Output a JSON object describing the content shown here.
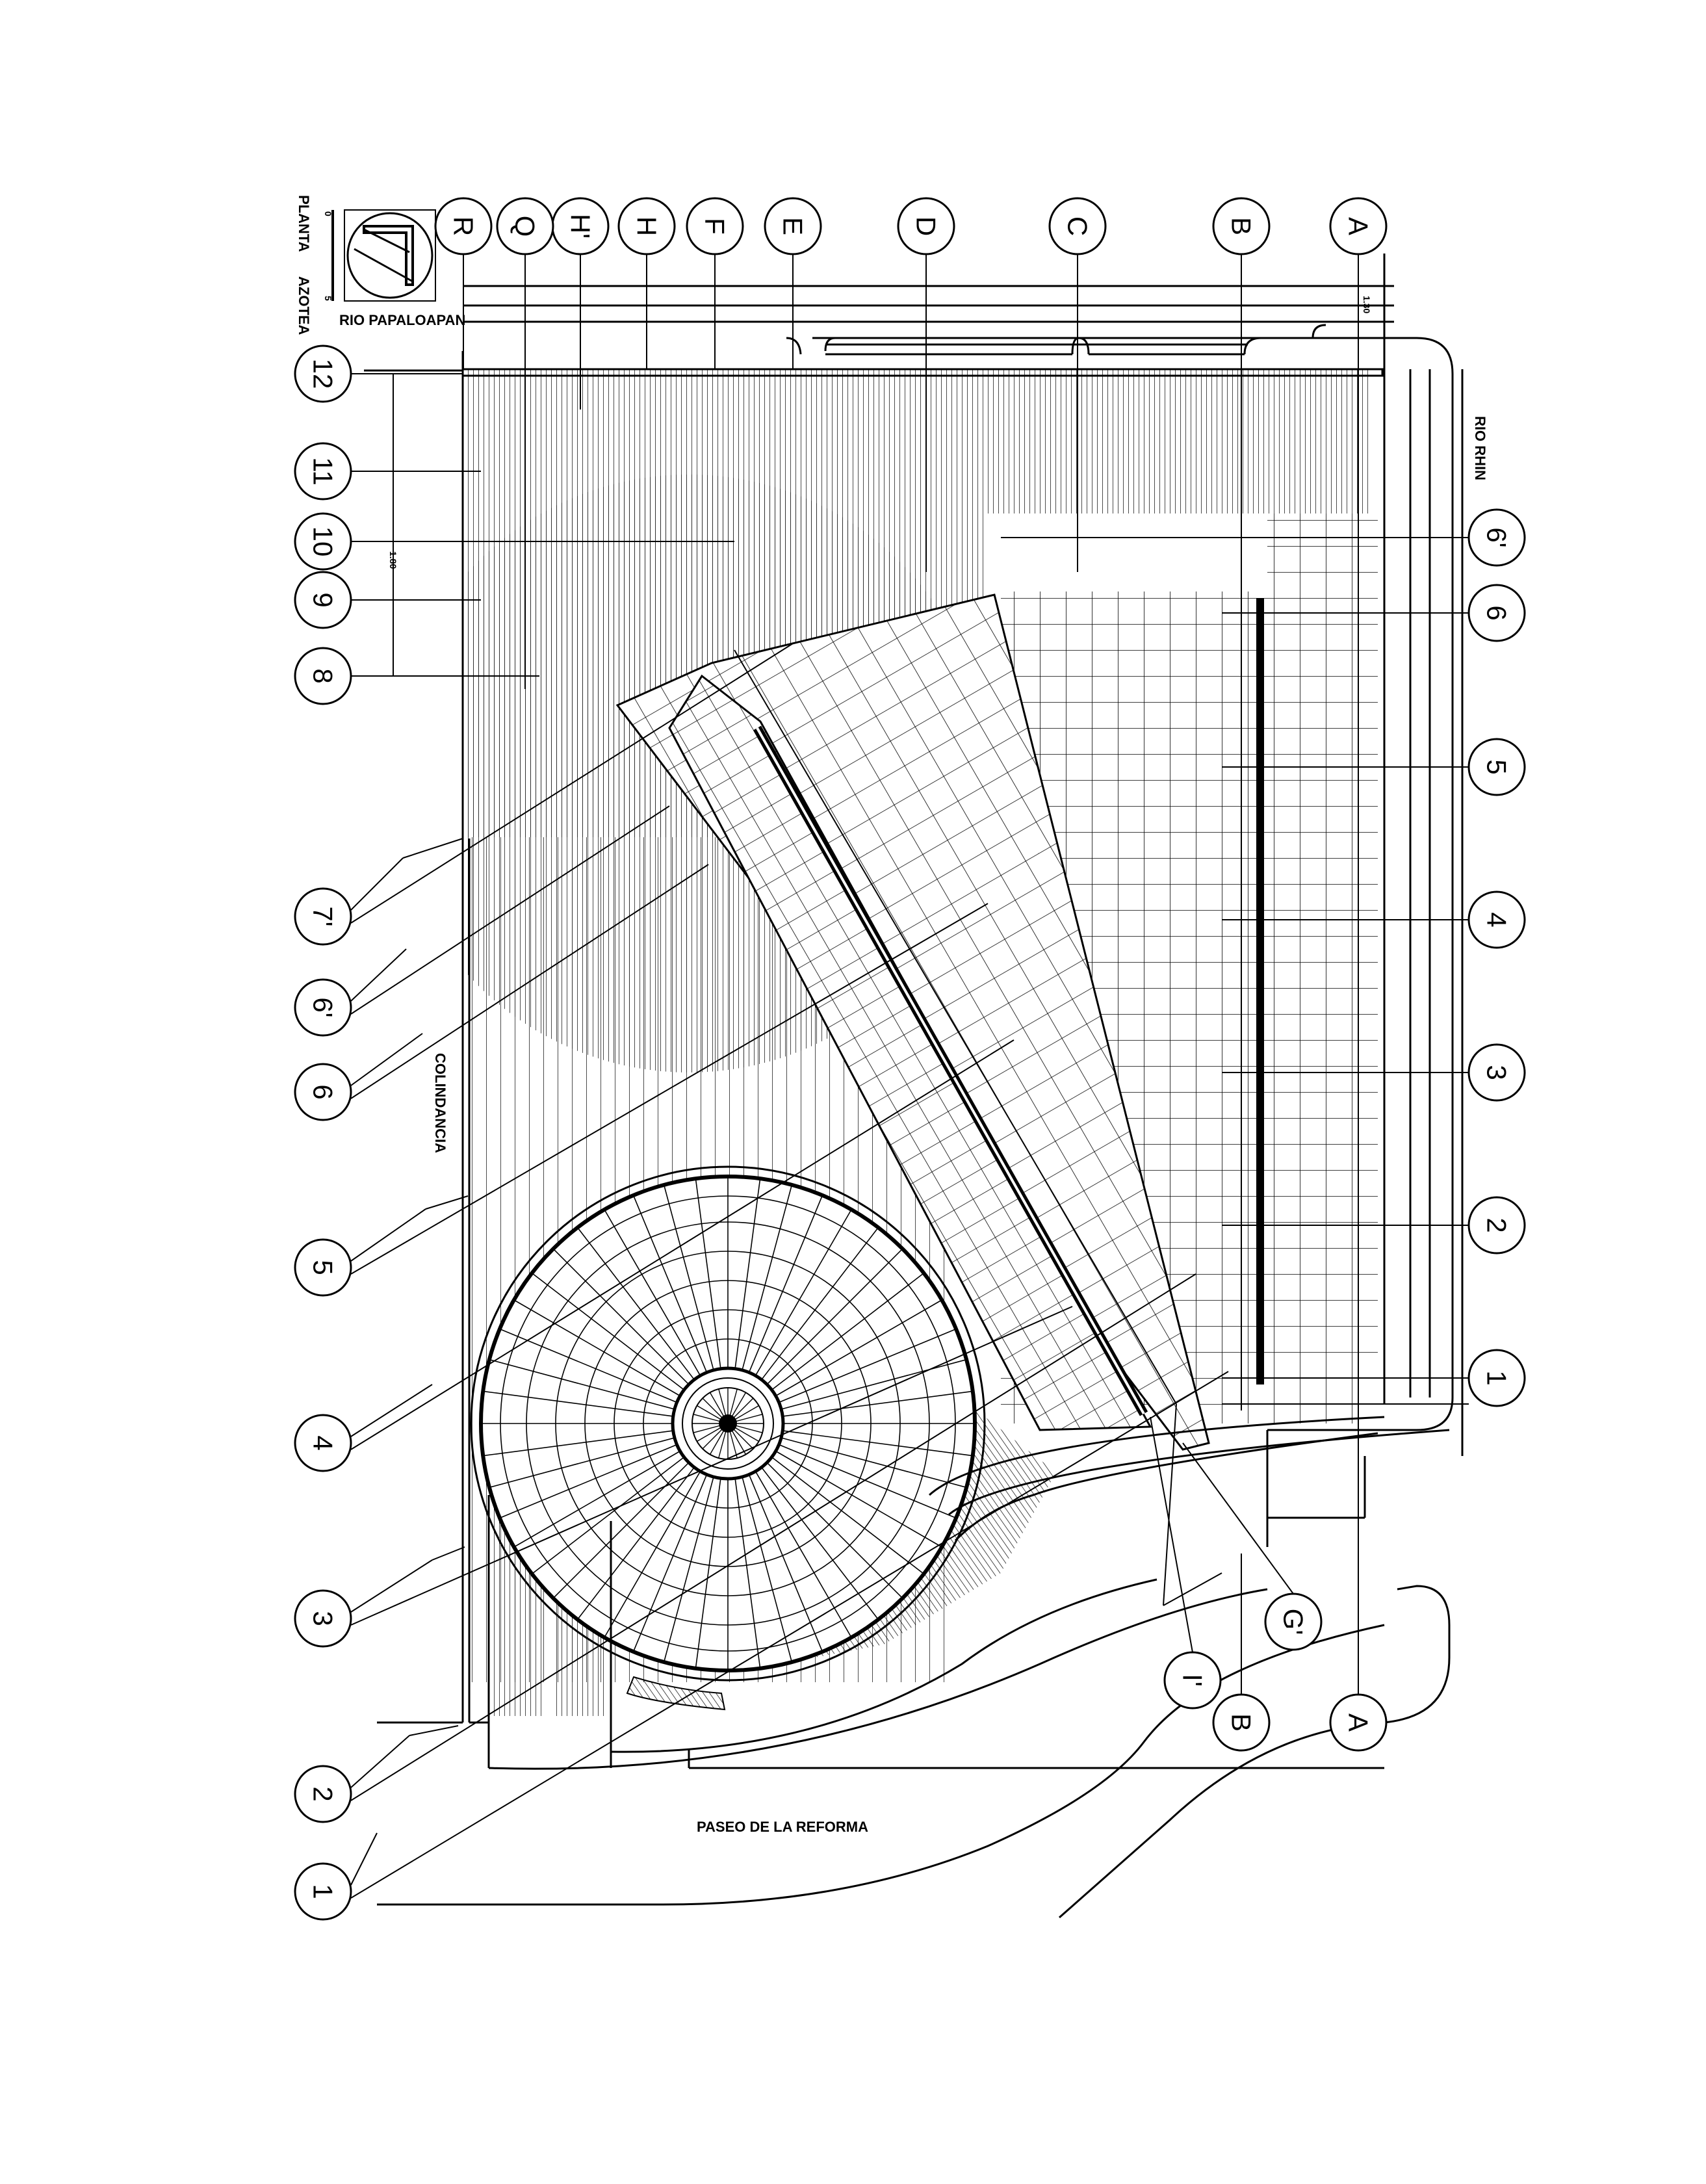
{
  "drawing": {
    "title_word_1": "PLANTA",
    "title_word_2": "AZOTEA",
    "scale": {
      "start": "0",
      "end": "5"
    }
  },
  "streets": {
    "north": "RIO  PAPALOAPAN",
    "east": "RIO  RHIN",
    "south": "PASEO  DE  LA  REFORMA",
    "west": "COLINDANCIA"
  },
  "dimensions": {
    "top": "1.30",
    "left": "1.80"
  },
  "grid": {
    "letters_top": [
      "A",
      "B",
      "C",
      "D",
      "E",
      "F",
      "H",
      "H'",
      "Q",
      "R"
    ],
    "numbers_left": [
      "12",
      "11",
      "10",
      "9",
      "8"
    ],
    "numbers_right": [
      "6'",
      "6",
      "5",
      "4",
      "3",
      "2",
      "1"
    ],
    "diagonal_left": [
      "7'",
      "6'",
      "6",
      "5",
      "4",
      "3",
      "2",
      "1"
    ],
    "letters_bottom": [
      "A",
      "B",
      "G'",
      "I'"
    ]
  },
  "colors": {
    "ink": "#000000",
    "paper": "#ffffff"
  }
}
